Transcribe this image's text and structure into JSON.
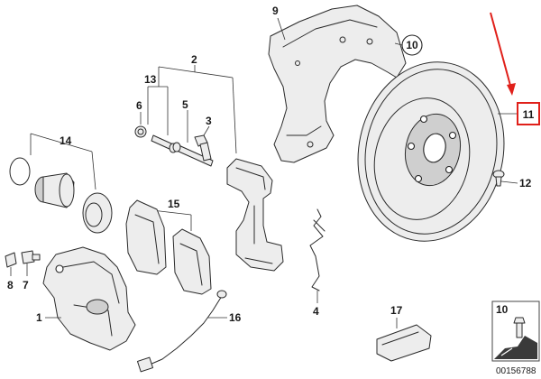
{
  "diagram": {
    "callouts": {
      "p1": "1",
      "p2": "2",
      "p3": "3",
      "p4": "4",
      "p5": "5",
      "p6": "6",
      "p7": "7",
      "p8": "8",
      "p9": "9",
      "p10": "10",
      "p11": "11",
      "p12": "12",
      "p13": "13",
      "p14": "14",
      "p15": "15",
      "p16": "16",
      "p17": "17",
      "legend10": "10"
    },
    "catalog_number": "00156788",
    "highlight_color": "#e0201a"
  }
}
